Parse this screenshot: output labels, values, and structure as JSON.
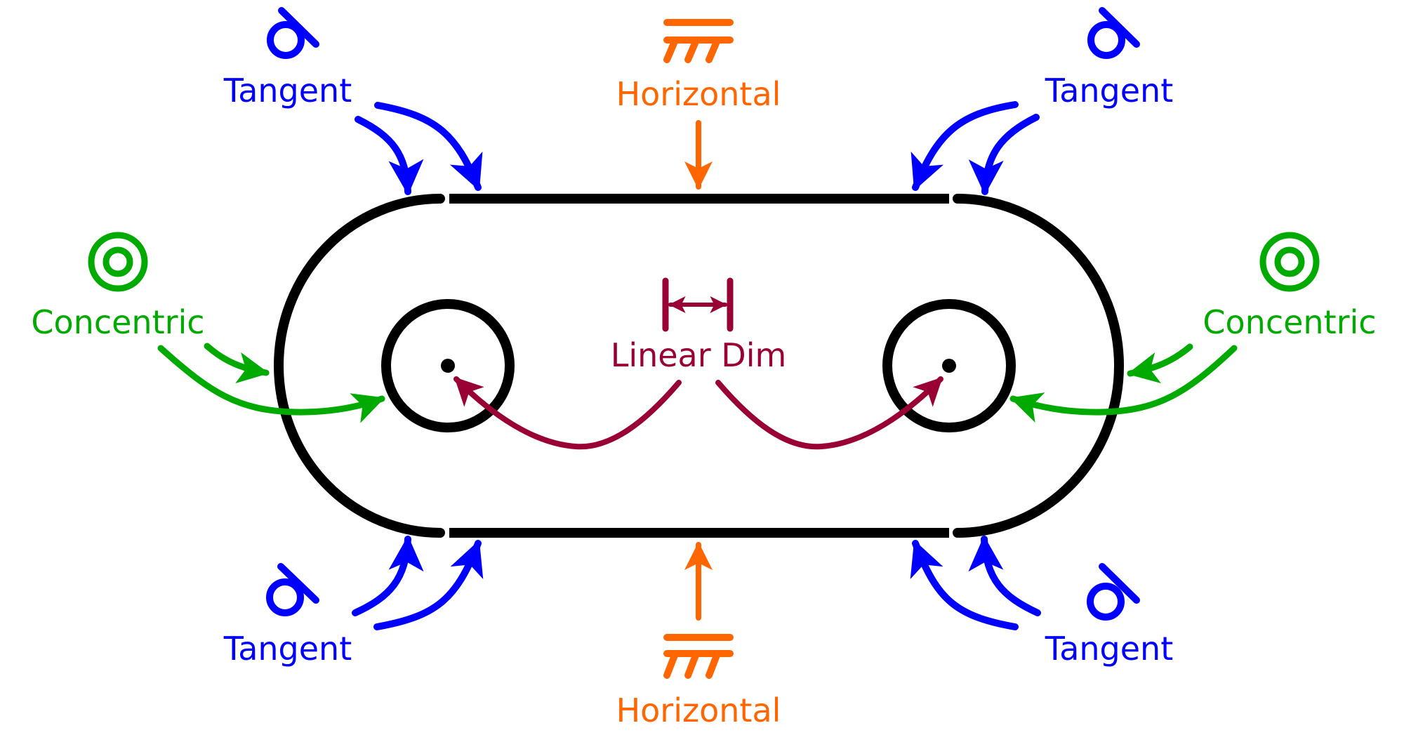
{
  "colors": {
    "geometry": "#000000",
    "tangent": "#0000ff",
    "horizontal": "#ff6600",
    "concentric": "#00aa00",
    "linear_dim": "#990033",
    "background": "#ffffff"
  },
  "labels": {
    "tangent_top_left": "Tangent",
    "tangent_top_right": "Tangent",
    "tangent_bottom_left": "Tangent",
    "tangent_bottom_right": "Tangent",
    "horizontal_top": "Horizontal",
    "horizontal_bottom": "Horizontal",
    "concentric_left": "Concentric",
    "concentric_right": "Concentric",
    "linear_dim": "Linear Dim"
  },
  "icons": {
    "tangent": "tangent-icon",
    "horizontal": "horizontal-icon",
    "concentric": "concentric-icon",
    "linear_dim": "linear-dim-icon"
  },
  "constraints": [
    {
      "type": "Tangent",
      "count": 8,
      "color_key": "tangent"
    },
    {
      "type": "Horizontal",
      "count": 2,
      "color_key": "horizontal"
    },
    {
      "type": "Concentric",
      "count": 4,
      "color_key": "concentric"
    },
    {
      "type": "Linear Dim",
      "count": 2,
      "color_key": "linear_dim"
    }
  ]
}
